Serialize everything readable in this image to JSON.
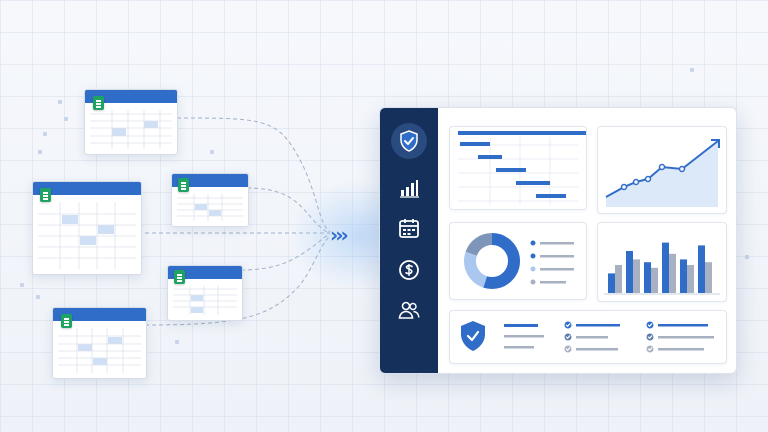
{
  "colors": {
    "brand_blue": "#2f6dc8",
    "navy": "#15305a",
    "sheet_green": "#1ea362",
    "light_blue": "#a9c7ef",
    "grey_bar": "#a7b1c2"
  },
  "sheets": [
    {
      "name": "spreadsheet-1"
    },
    {
      "name": "spreadsheet-2"
    },
    {
      "name": "spreadsheet-3"
    },
    {
      "name": "spreadsheet-4"
    },
    {
      "name": "spreadsheet-5"
    }
  ],
  "sidebar": {
    "items": [
      {
        "icon": "shield-check-icon",
        "active": true
      },
      {
        "icon": "bar-chart-icon"
      },
      {
        "icon": "calendar-icon"
      },
      {
        "icon": "dollar-icon"
      },
      {
        "icon": "users-icon"
      }
    ]
  },
  "widgets": {
    "gantt": {
      "icon": "gantt-chart"
    },
    "trend": {
      "icon": "line-chart-icon"
    },
    "donut": {
      "segments": [
        0.55,
        0.25,
        0.2
      ]
    },
    "bars": {
      "blue": [
        0.35,
        0.75,
        0.55,
        0.9,
        0.6,
        0.85
      ],
      "grey": [
        0.5,
        0.6,
        0.45,
        0.7,
        0.5,
        0.55
      ]
    },
    "checklist": {
      "icon": "shield-check-icon"
    }
  }
}
